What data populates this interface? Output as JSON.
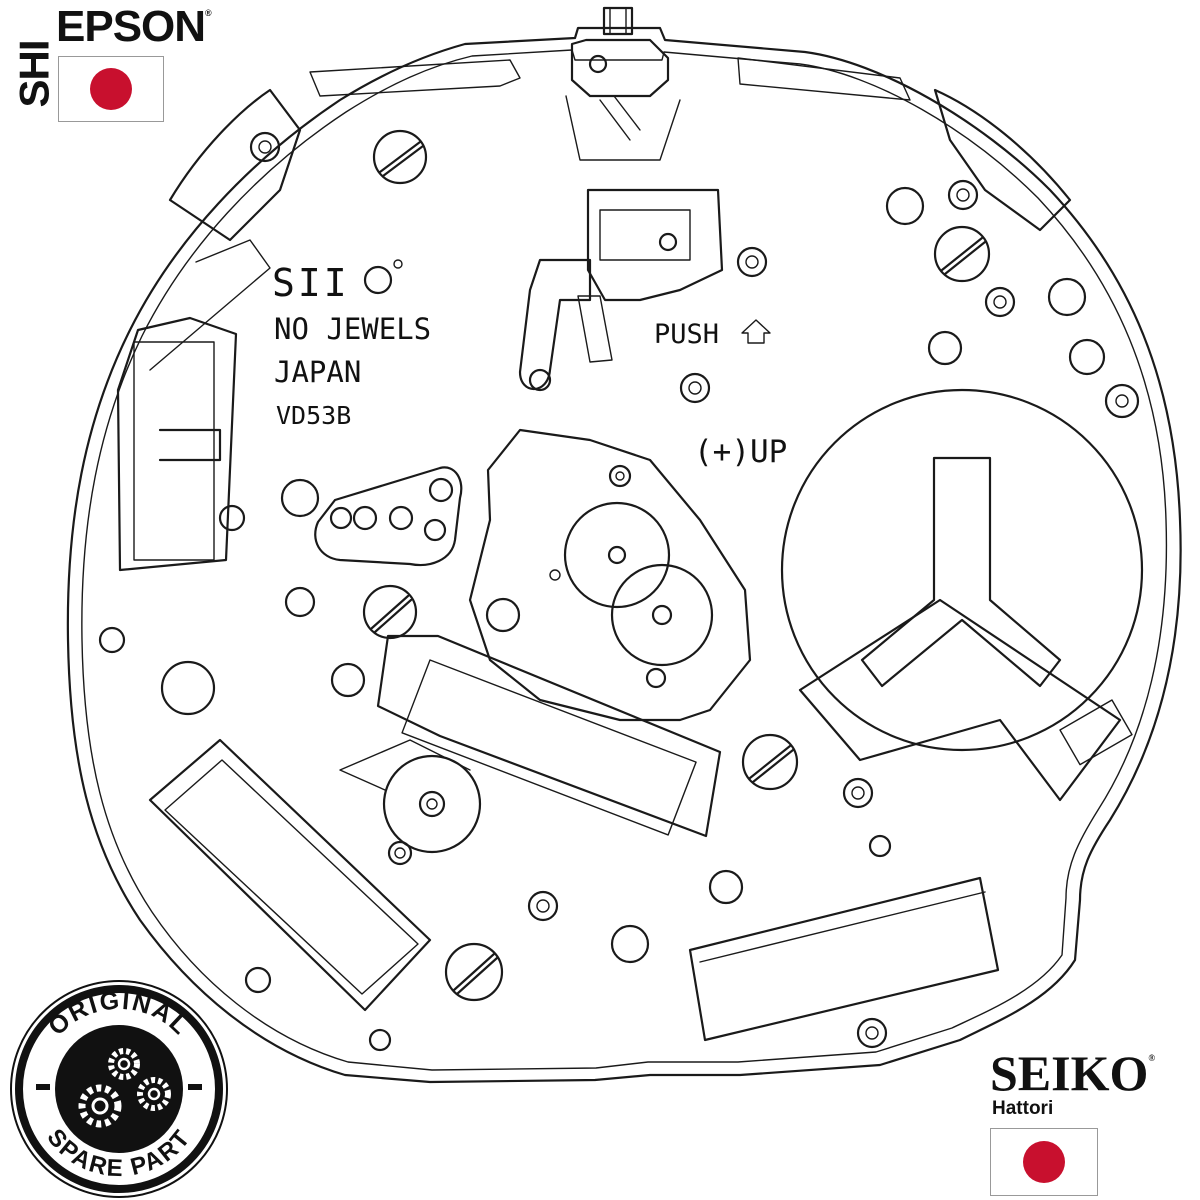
{
  "brand_left": {
    "maker": "EPSON",
    "maker_mark": "®",
    "group": "SHI"
  },
  "brand_right": {
    "maker": "SEIKO",
    "maker_mark": "®",
    "subtitle": "Hattori"
  },
  "stamp": {
    "top_text": "ORIGINAL",
    "bottom_text": "SPARE PART"
  },
  "movement": {
    "logo": "SII",
    "jewels": "NO JEWELS",
    "country": "JAPAN",
    "caliber": "VD53B",
    "push_label": "PUSH",
    "up_label": "(+)UP"
  },
  "colors": {
    "flag_sun": "#c8102e",
    "line": "#1a1a1a",
    "stamp": "#111111"
  }
}
